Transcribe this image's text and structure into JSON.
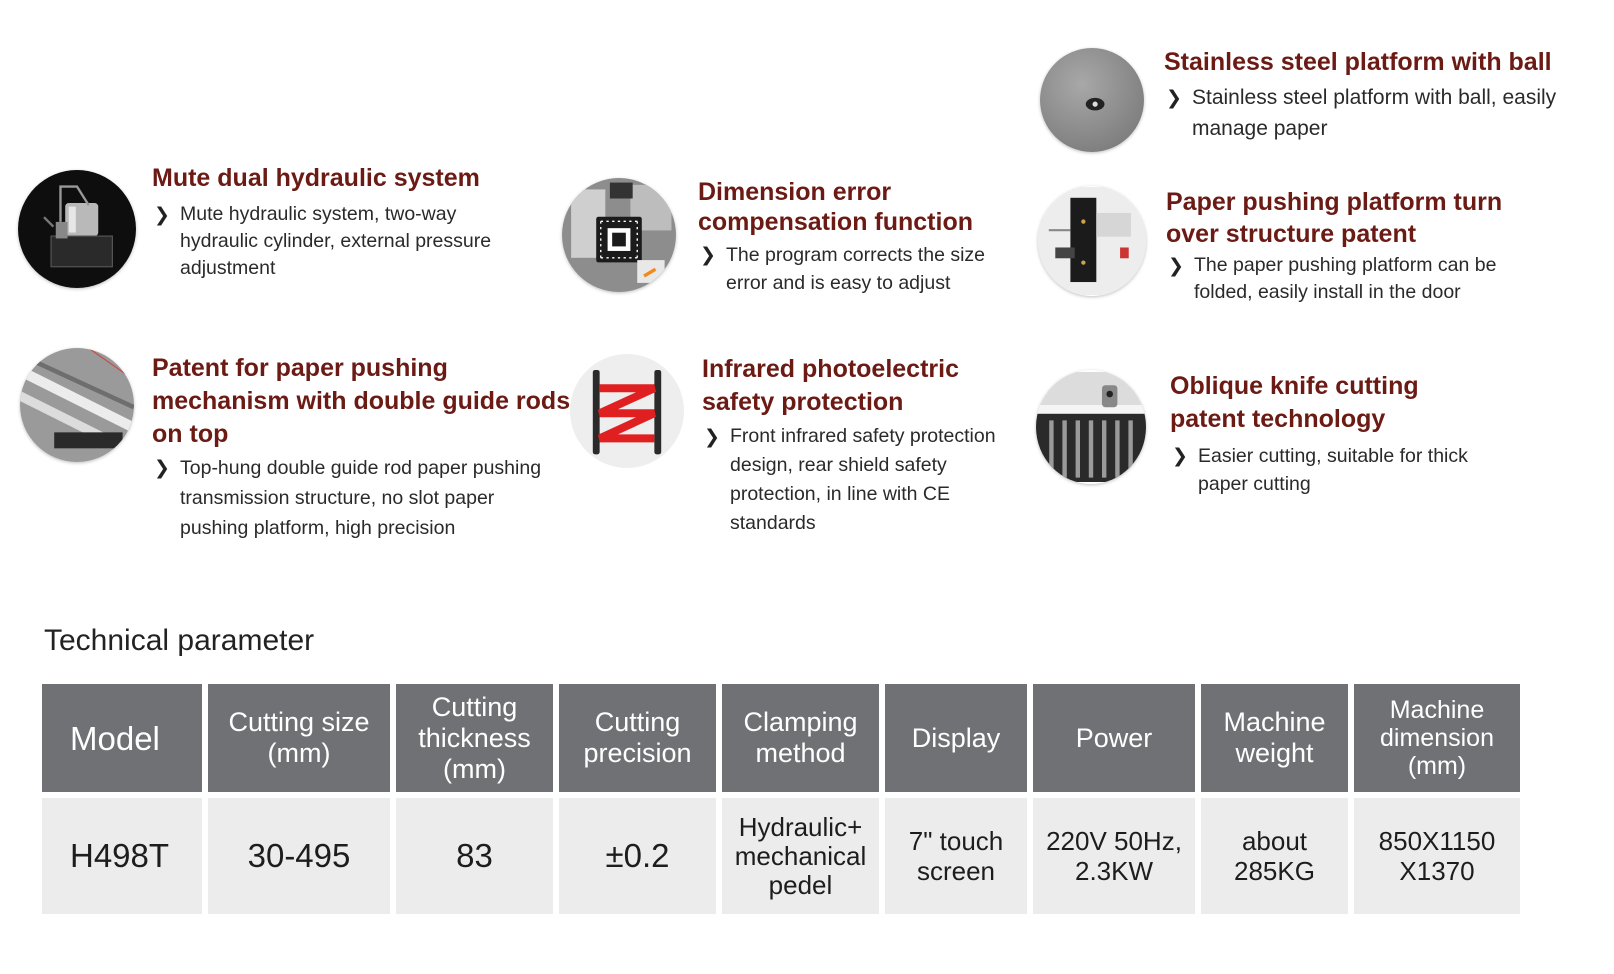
{
  "features": {
    "stainless": {
      "title": "Stainless steel platform with ball",
      "description": "Stainless steel platform with ball, easily manage paper",
      "icon": "stainless-steel-platform-photo"
    },
    "hydraulic": {
      "title": "Mute dual hydraulic system",
      "description": "Mute hydraulic system, two-way hydraulic cylinder, external pressure adjustment",
      "icon": "hydraulic-system-photo"
    },
    "dimension": {
      "title": "Dimension error compensation function",
      "description": "The program corrects the size error and is easy to adjust",
      "icon": "control-chip-photo"
    },
    "paper_pushing": {
      "title": "Paper pushing platform turn over structure patent",
      "description": "The paper pushing platform can be folded, easily install in the door",
      "icon": "paper-pushing-platform-photo"
    },
    "guide_rods": {
      "title": "Patent for paper pushing mechanism with double guide rods on top",
      "description": "Top-hung double guide rod paper pushing transmission structure, no slot paper pushing platform, high precision",
      "icon": "guide-rods-photo"
    },
    "infrared": {
      "title": "Infrared photoelectric safety protection",
      "description": "Front infrared safety protection design, rear shield safety protection, in line with CE standards",
      "icon": "infrared-beam-photo"
    },
    "oblique_knife": {
      "title": "Oblique knife cutting patent technology",
      "description": "Easier cutting, suitable for thick paper cutting",
      "icon": "oblique-knife-photo"
    }
  },
  "technical": {
    "title": "Technical parameter",
    "headers": [
      "Model",
      "Cutting size\n(mm)",
      "Cutting\nthickness\n(mm)",
      "Cutting\nprecision",
      "Clamping\nmethod",
      "Display",
      "Power",
      "Machine\nweight",
      "Machine\ndimension\n(mm)"
    ],
    "values": [
      "H498T",
      "30-495",
      "83",
      "±0.2",
      "Hydraulic+\nmechanical\npedel",
      "7\"  touch\nscreen",
      "220V  50Hz,\n2.3KW",
      "about\n285KG",
      "850X1150\nX1370"
    ]
  },
  "colors": {
    "title_red": "#6b1a14",
    "header_gray": "#707174",
    "value_gray": "#ececec",
    "infrared_red": "#e02020"
  }
}
